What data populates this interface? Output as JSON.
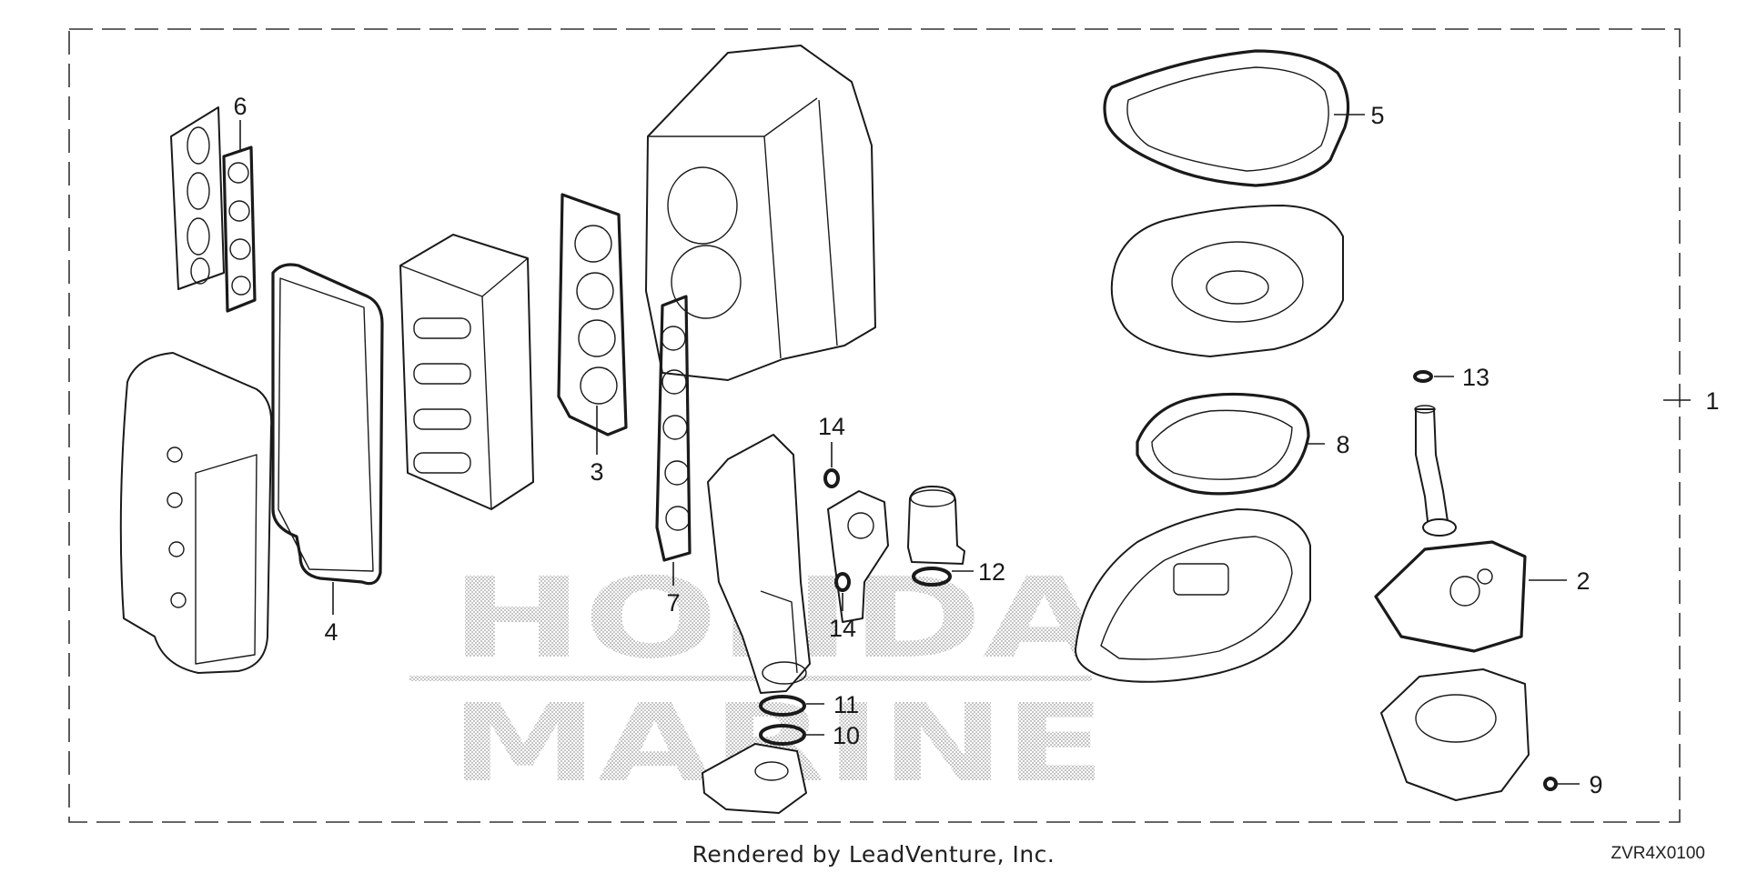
{
  "watermark": {
    "line1": "HONDA",
    "line2": "MARINE"
  },
  "callouts": {
    "c1": "1",
    "c2": "2",
    "c3": "3",
    "c4": "4",
    "c5": "5",
    "c6": "6",
    "c7": "7",
    "c8": "8",
    "c9": "9",
    "c10": "10",
    "c11": "11",
    "c12": "12",
    "c13": "13",
    "c14a": "14",
    "c14b": "14"
  },
  "footer": {
    "credit": "Rendered by LeadVenture, Inc.",
    "diagram_code": "ZVR4X0100"
  }
}
